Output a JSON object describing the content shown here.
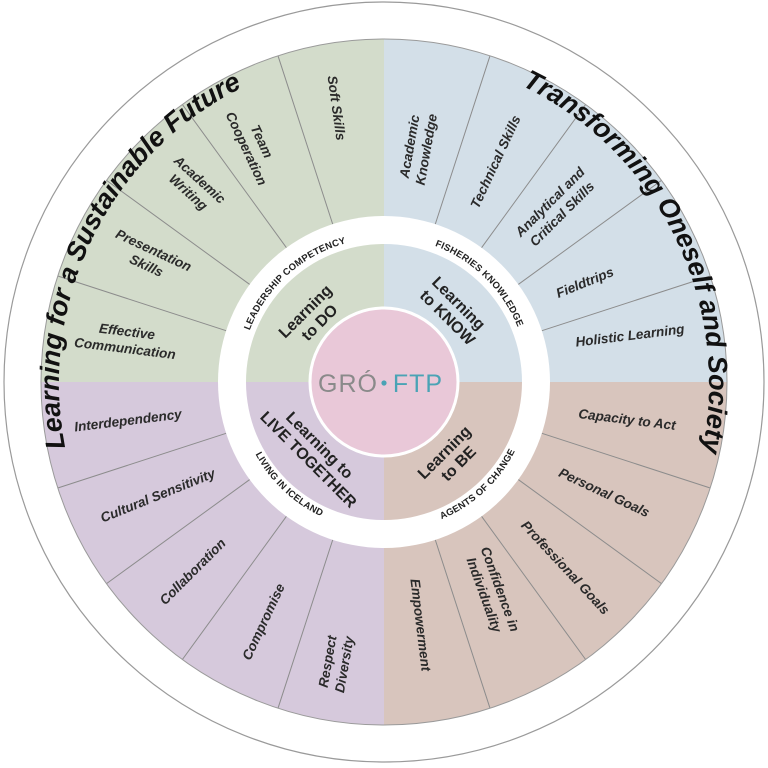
{
  "outer_titles": {
    "left": "Learning for a Sustainable Future",
    "right": "Transforming Oneself and Society"
  },
  "center": {
    "logo_left": "GRÓ",
    "logo_right": "FTP",
    "logo_left_color": "#8a8a8a",
    "logo_right_color": "#4aa3b5",
    "fill": "#e9c8d8"
  },
  "quadrants": [
    {
      "id": "do",
      "inner_lines": [
        "Learning",
        "to DO"
      ],
      "band": "LEADERSHIP COMPETENCY",
      "color": "#d3dccb",
      "items": [
        "Effective Communication",
        "Presentation Skills",
        "Academic Writing",
        "Team Cooperation",
        "Soft Skills"
      ]
    },
    {
      "id": "know",
      "inner_lines": [
        "Learning",
        "to KNOW"
      ],
      "band": "FISHERIES KNOWLEDGE",
      "color": "#d3dfe8",
      "items": [
        "Academic Knowledge",
        "Technical Skills",
        "Analytical and Critical Skills",
        "Fieldtrips",
        "Holistic Learning"
      ]
    },
    {
      "id": "be",
      "inner_lines": [
        "Learning",
        "to BE"
      ],
      "band": "AGENTS OF CHANGE",
      "color": "#d8c5bd",
      "items": [
        "Capacity to Act",
        "Personal Goals",
        "Professional Goals",
        "Confidence in Individuality",
        "Empowerment"
      ]
    },
    {
      "id": "together",
      "inner_lines": [
        "Learning to",
        "LIVE TOGETHER"
      ],
      "band": "LIVING IN ICELAND",
      "color": "#d6c9dc",
      "items": [
        "Respect Diversity",
        "Compromise",
        "Collaboration",
        "Cultural Sensitivity",
        "Interdependency"
      ]
    }
  ]
}
